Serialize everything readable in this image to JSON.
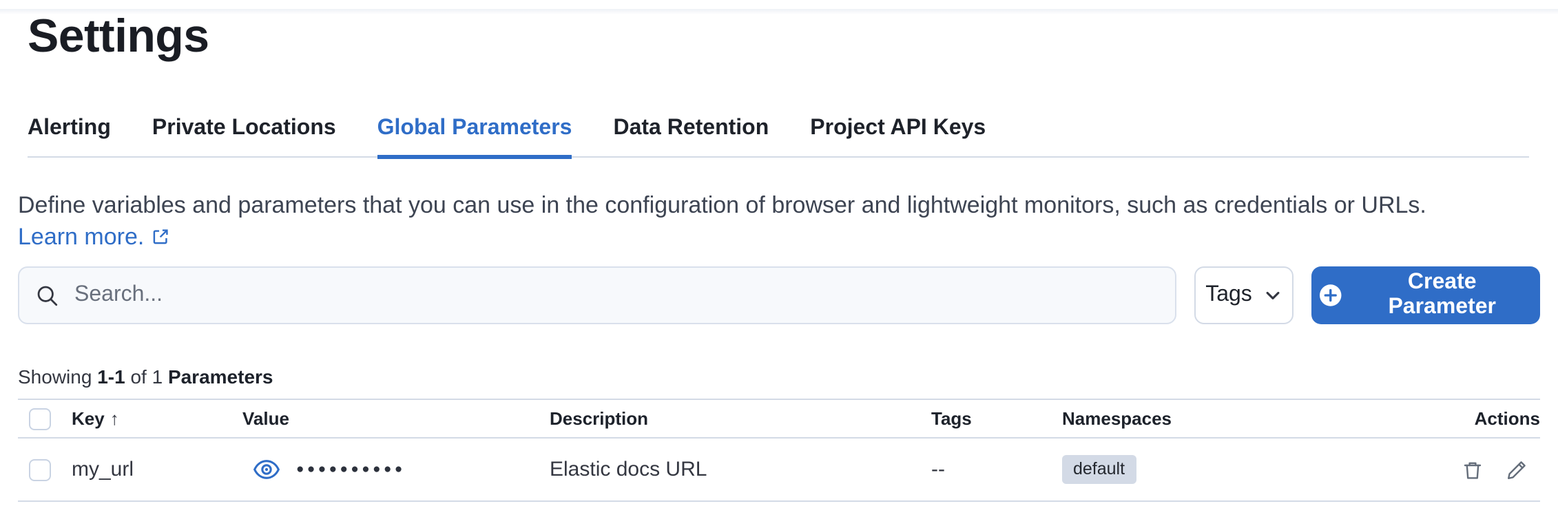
{
  "page": {
    "title": "Settings"
  },
  "tabs": [
    {
      "label": "Alerting",
      "active": false
    },
    {
      "label": "Private Locations",
      "active": false
    },
    {
      "label": "Global Parameters",
      "active": true
    },
    {
      "label": "Data Retention",
      "active": false
    },
    {
      "label": "Project API Keys",
      "active": false
    }
  ],
  "description": {
    "text": "Define variables and parameters that you can use in the configuration of browser and lightweight monitors, such as credentials or URLs.",
    "link_label": "Learn more.",
    "link_icon": "external-link-icon"
  },
  "toolbar": {
    "search_placeholder": "Search...",
    "search_icon": "search-icon",
    "tags_button_label": "Tags",
    "tags_button_icon": "chevron-down-icon",
    "create_button_label": "Create Parameter",
    "create_button_icon": "plus-in-circle-icon"
  },
  "summary": {
    "prefix": "Showing",
    "range": "1-1",
    "middle": "of 1",
    "entity": "Parameters"
  },
  "table": {
    "columns": [
      "Key",
      "Value",
      "Description",
      "Tags",
      "Namespaces",
      "Actions"
    ],
    "sort_indicator": "↑",
    "sorted_column": "Key",
    "select_all_checked": false,
    "rows": [
      {
        "checked": false,
        "key": "my_url",
        "value_masked": "●●●●●●●●●●",
        "value_icon": "eye-icon",
        "description": "Elastic docs URL",
        "tags": "--",
        "namespace": "default",
        "action_icons": [
          "trash-icon",
          "pencil-icon"
        ]
      }
    ]
  },
  "colors": {
    "accent": "#2f6dc7",
    "divider": "#d3dae6",
    "badge_bg": "#d3dae6",
    "button_fill": "#2f6dc7",
    "text_dark": "#1d222b"
  }
}
